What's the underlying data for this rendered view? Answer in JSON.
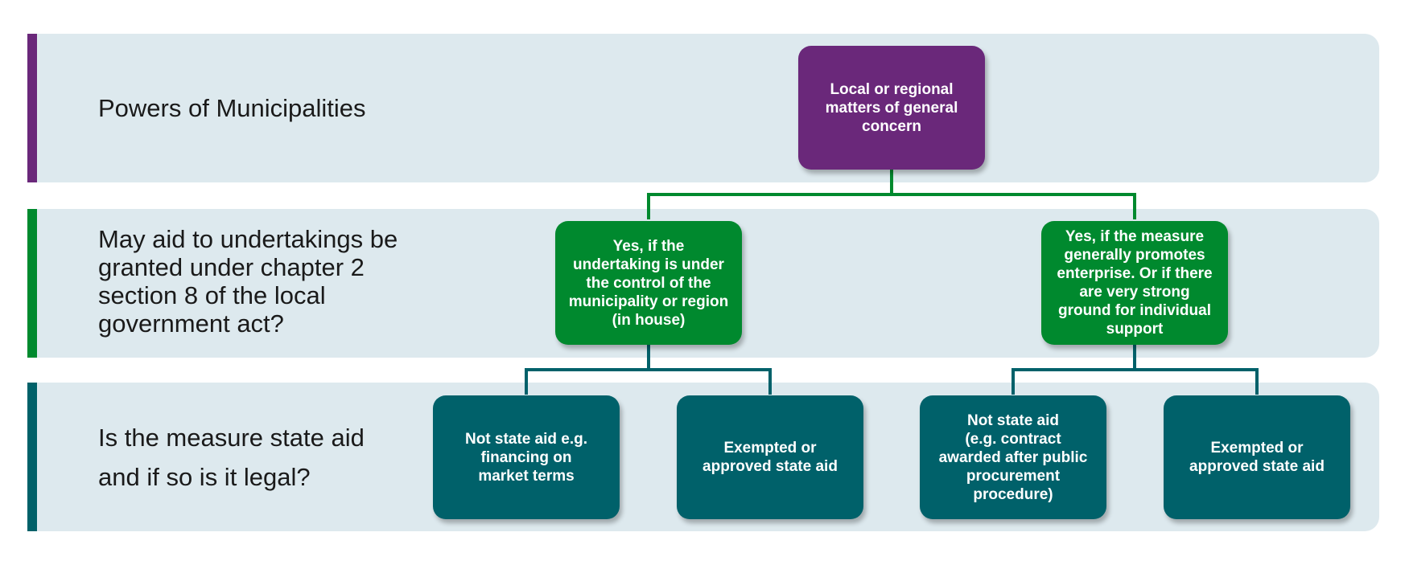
{
  "colors": {
    "band_bg": "#dde9ee",
    "purple": "#6a287a",
    "green": "#00892e",
    "teal": "#00616a"
  },
  "rows": [
    {
      "label": "Powers of Municipalities"
    },
    {
      "label": "May aid to undertakings be\ngranted under chapter 2\nsection 8 of the local\ngovernment act?"
    },
    {
      "label": "Is the measure state aid\nand if so is it legal?"
    }
  ],
  "nodes": {
    "root": "Local or regional\nmatters of general\nconcern",
    "in_house": "Yes, if the\nundertaking is under\nthe control of the\nmunicipality or region\n(in house)",
    "promotes": "Yes, if the measure\ngenerally promotes\nenterprise. Or if there\nare very strong\nground for individual\nsupport",
    "not_aid_market": "Not state aid e.g.\nfinancing on\nmarket terms",
    "exempted_1": "Exempted or\napproved state aid",
    "not_aid_procurement": "Not state aid\n(e.g. contract\nawarded after public\nprocurement\nprocedure)",
    "exempted_2": "Exempted or\napproved state aid"
  }
}
